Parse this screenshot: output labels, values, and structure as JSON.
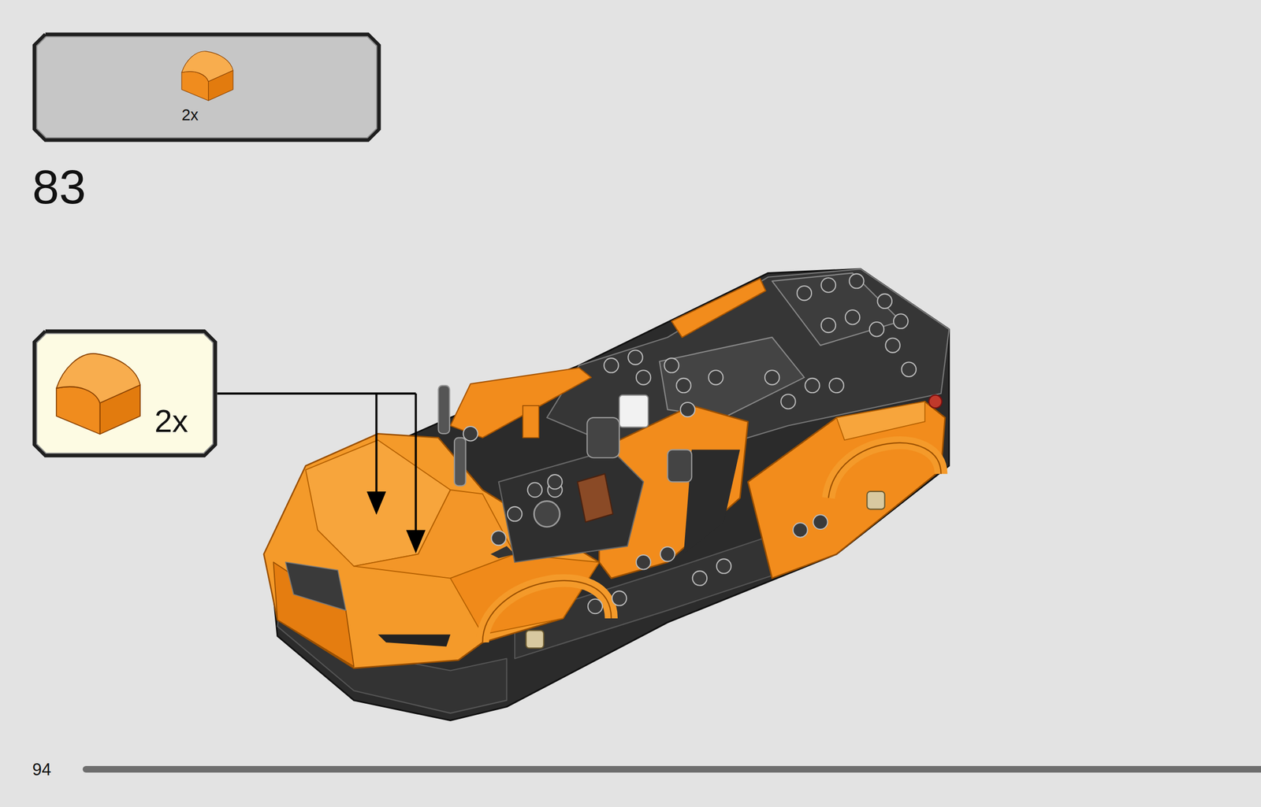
{
  "diagram": {
    "nodes": [
      {
        "text": [
          "2x"
        ]
      },
      {
        "text": [
          "2x"
        ]
      }
    ],
    "labels": [
      "83",
      "94"
    ]
  }
}
